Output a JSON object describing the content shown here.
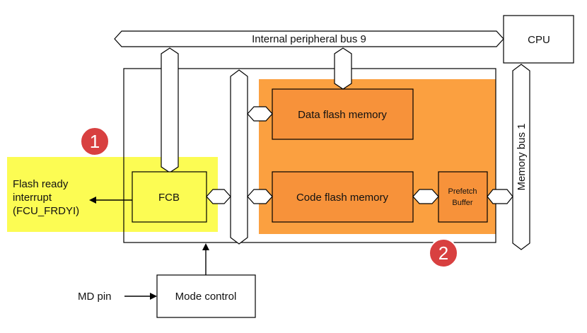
{
  "labels": {
    "internal_bus": "Internal peripheral bus 9",
    "cpu": "CPU",
    "memory_bus": "Memory bus 1",
    "data_flash": "Data flash memory",
    "code_flash": "Code flash memory",
    "fcb": "FCB",
    "prefetch_line1": "Prefetch",
    "prefetch_line2": "Buffer",
    "interrupt_line1": "Flash ready",
    "interrupt_line2": "interrupt",
    "interrupt_line3": "(FCU_FRDYI)",
    "mode_control": "Mode control",
    "md_pin": "MD pin"
  },
  "badges": [
    "1",
    "2"
  ],
  "colors": {
    "highlight_yellow": "#fcfc53",
    "highlight_orange": "#fba040",
    "block_orange": "#f7923a",
    "badge_red": "#d84040",
    "line": "#000000"
  }
}
